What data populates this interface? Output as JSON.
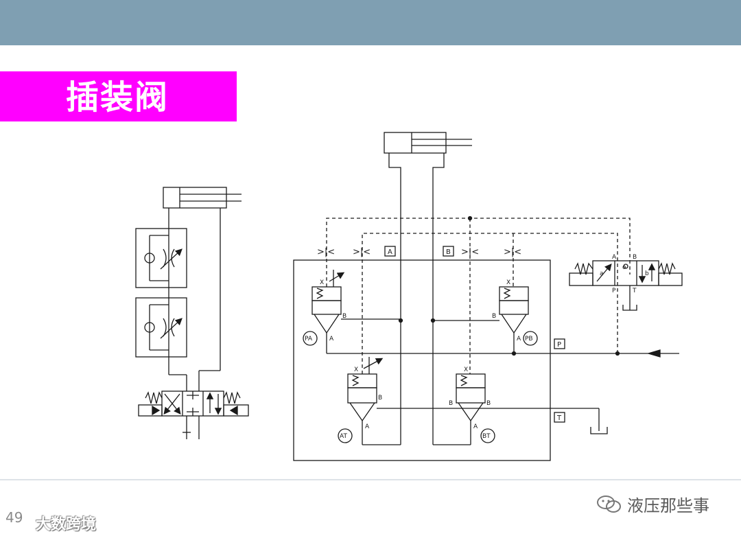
{
  "slide": {
    "title": "插装阀",
    "page_number": "49",
    "watermark_left": "大数跨境",
    "watermark_right": "液压那些事"
  },
  "diagram_labels": {
    "port_A": "A",
    "port_B": "B",
    "port_P": "P",
    "port_T": "T",
    "valve_PA": "PA",
    "valve_PB": "PB",
    "valve_AT": "AT",
    "valve_BT": "BT",
    "pilot_X": "X",
    "side_a": "a",
    "side_b": "b",
    "center_o": "o"
  },
  "colors": {
    "header_bar": "#7f9fb2",
    "title_fill": "#ff00ff",
    "line": "#1a1a1a"
  },
  "icons": [
    "wechat-icon"
  ]
}
